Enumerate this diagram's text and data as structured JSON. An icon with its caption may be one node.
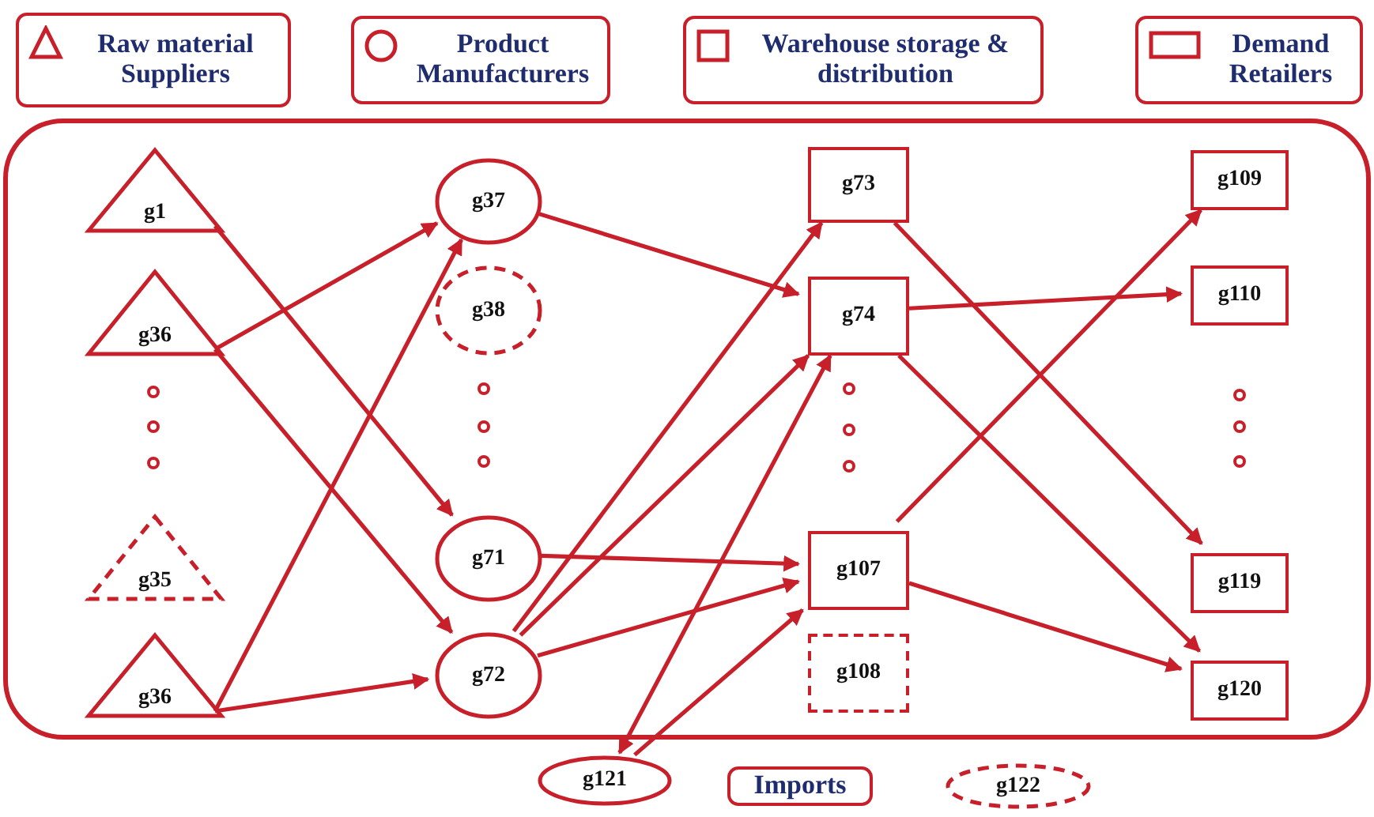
{
  "diagram": {
    "nodes": [
      {
        "text": [
          "Raw material Suppliers"
        ]
      },
      {
        "text": [
          "Product Manufacturers"
        ]
      },
      {
        "text": [
          "Warehouse storage & distribution"
        ]
      },
      {
        "text": [
          "Demand Retailers"
        ]
      },
      {
        "text": [],
        "shape": "box"
      },
      {
        "text": [
          "g1"
        ],
        "in": 4
      },
      {
        "text": [
          "g36"
        ],
        "in": 4
      },
      {
        "text": [
          "g35"
        ],
        "in": 4
      },
      {
        "text": [
          "g36"
        ],
        "in": 4
      },
      {
        "text": [
          "g37"
        ],
        "in": 4
      },
      {
        "text": [
          "g38"
        ],
        "in": 4
      },
      {
        "text": [
          "g71"
        ],
        "in": 4
      },
      {
        "text": [
          "g72"
        ],
        "in": 4
      },
      {
        "text": [
          "g73"
        ],
        "in": 4
      },
      {
        "text": [
          "g74"
        ],
        "in": 4
      },
      {
        "text": [
          "g107"
        ],
        "in": 4
      },
      {
        "text": [
          "g108"
        ],
        "in": 4
      },
      {
        "text": [
          "g109"
        ],
        "in": 4
      },
      {
        "text": [
          "g110"
        ],
        "in": 4
      },
      {
        "text": [
          "g119"
        ],
        "in": 4
      },
      {
        "text": [
          "g120"
        ],
        "in": 4
      },
      {
        "text": [
          "g121"
        ]
      },
      {
        "text": [
          "Imports"
        ]
      },
      {
        "text": [
          "g122"
        ]
      }
    ],
    "edges": [
      {
        "from": 5,
        "to": 11,
        "arrow": "to"
      },
      {
        "from": 6,
        "to": 9,
        "arrow": "to"
      },
      {
        "from": 6,
        "to": 12,
        "arrow": "to"
      },
      {
        "from": 8,
        "to": 9,
        "arrow": "to"
      },
      {
        "from": 8,
        "to": 12,
        "arrow": "to"
      },
      {
        "from": 9,
        "to": 14,
        "arrow": "to"
      },
      {
        "from": 11,
        "to": 15,
        "arrow": "to"
      },
      {
        "from": 12,
        "to": 13,
        "arrow": "to"
      },
      {
        "from": 12,
        "to": 14,
        "arrow": "to"
      },
      {
        "from": 12,
        "to": 15,
        "arrow": "to"
      },
      {
        "from": 21,
        "to": 14,
        "arrow": "both"
      },
      {
        "from": 21,
        "to": 15,
        "arrow": "to"
      },
      {
        "from": 13,
        "to": 19,
        "arrow": "to"
      },
      {
        "from": 14,
        "to": 18,
        "arrow": "to"
      },
      {
        "from": 14,
        "to": 20,
        "arrow": "to"
      },
      {
        "from": 15,
        "to": 17,
        "arrow": "to"
      },
      {
        "from": 15,
        "to": 20,
        "arrow": "to"
      }
    ]
  }
}
